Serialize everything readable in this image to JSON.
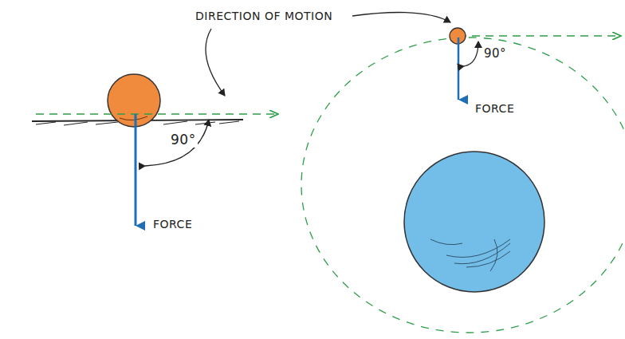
{
  "diagram": {
    "labels": [
      "DIRECTION OF MOTION",
      "90°",
      "FORCE",
      "90°",
      "FORCE"
    ]
  }
}
